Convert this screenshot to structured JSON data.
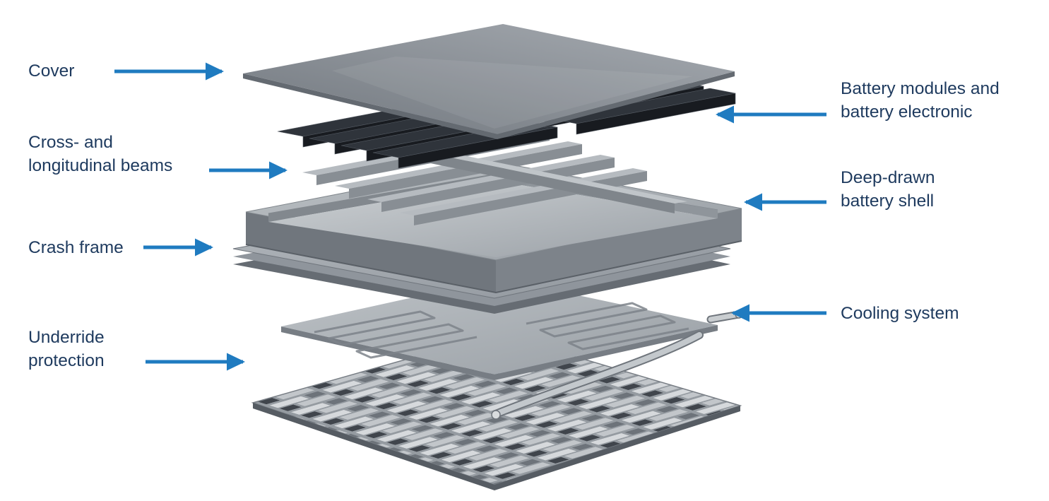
{
  "diagram": {
    "type": "exploded-view-diagram",
    "colors": {
      "background": "#ffffff",
      "label_text": "#1e3a5e",
      "arrow": "#1f7bc0"
    },
    "labels": [
      {
        "id": "cover",
        "side": "left",
        "lines": [
          "Cover"
        ]
      },
      {
        "id": "battery-modules",
        "side": "right",
        "lines": [
          "Battery modules and",
          "battery electronic"
        ]
      },
      {
        "id": "cross-longitudinal-beams",
        "side": "left",
        "lines": [
          "Cross- and",
          "longitudinal beams"
        ]
      },
      {
        "id": "deep-drawn-battery-shell",
        "side": "right",
        "lines": [
          "Deep-drawn",
          "battery shell"
        ]
      },
      {
        "id": "crash-frame",
        "side": "left",
        "lines": [
          "Crash frame"
        ]
      },
      {
        "id": "cooling-system",
        "side": "right",
        "lines": [
          "Cooling system"
        ]
      },
      {
        "id": "underride-protection",
        "side": "left",
        "lines": [
          "Underride",
          "protection"
        ]
      }
    ]
  }
}
